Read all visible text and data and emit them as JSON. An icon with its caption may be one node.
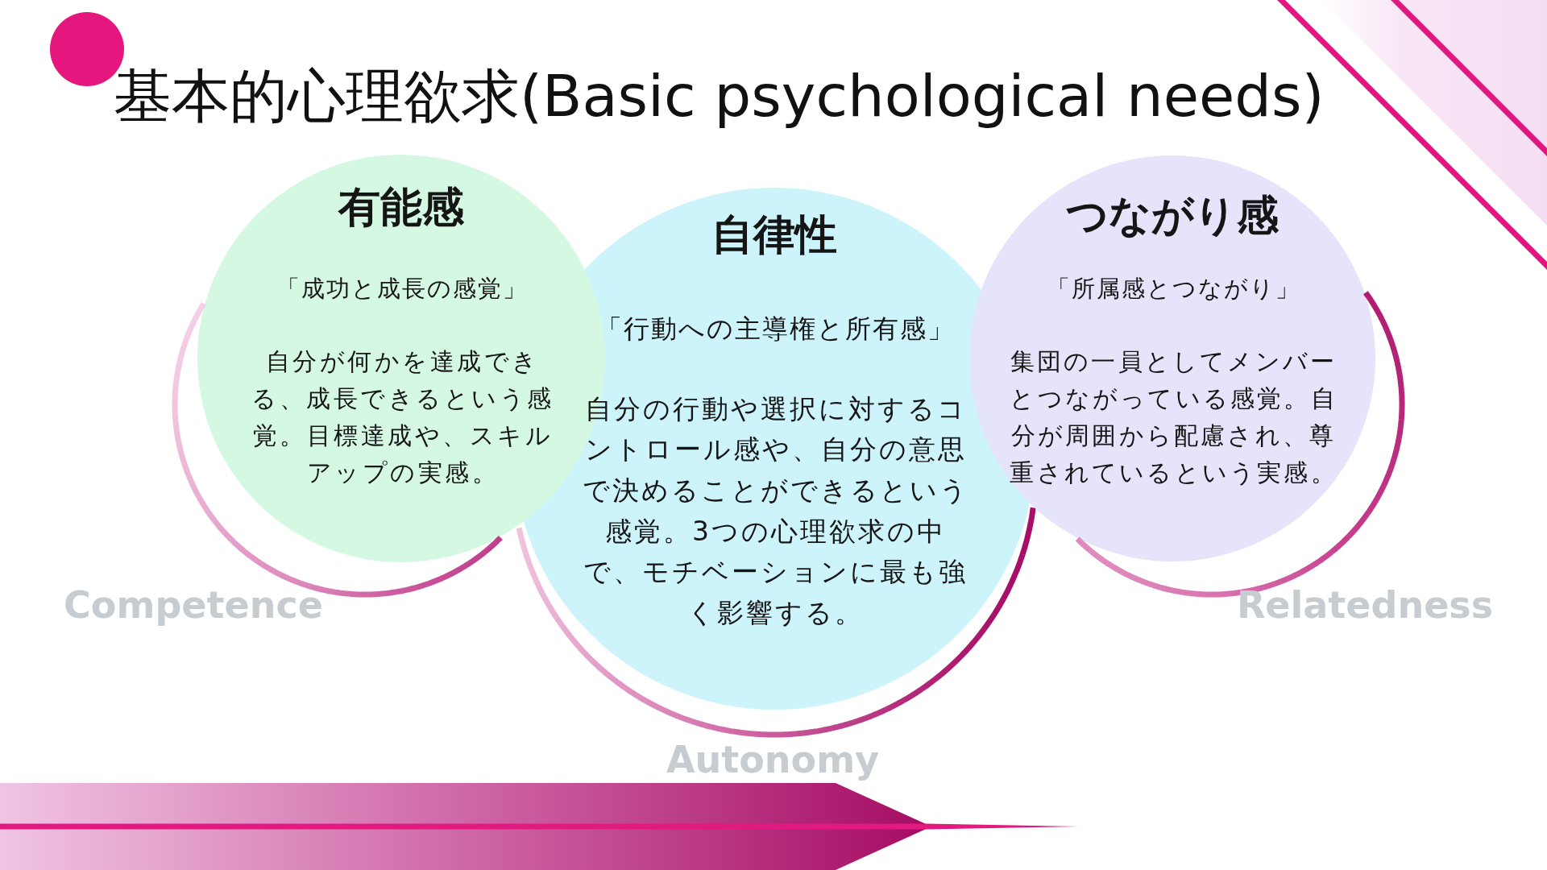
{
  "diagram": {
    "title": "基本的心理欲求(Basic psychological needs)",
    "nodes": [
      {
        "text": [
          "有能感",
          "「成功と成長の感覚」",
          "自分が何かを達成できる、成長できるという感覚。目標達成や、スキルアップの実感。"
        ],
        "beside": [
          "Competence"
        ]
      },
      {
        "text": [
          "自律性",
          "「行動への主導権と所有感」",
          "自分の行動や選択に対するコントロール感や、自分の意思で決めることができるという感覚。3つの心理欲求の中で、モチベーションに最も強く影響する。"
        ],
        "beside": [
          "Autonomy"
        ]
      },
      {
        "text": [
          "つながり感",
          "「所属感とつながり」",
          "集団の一員としてメンバーとつながっている感覚。自分が周囲から配慮され、尊重されているという実感。"
        ],
        "beside": [
          "Relatedness"
        ]
      }
    ]
  }
}
